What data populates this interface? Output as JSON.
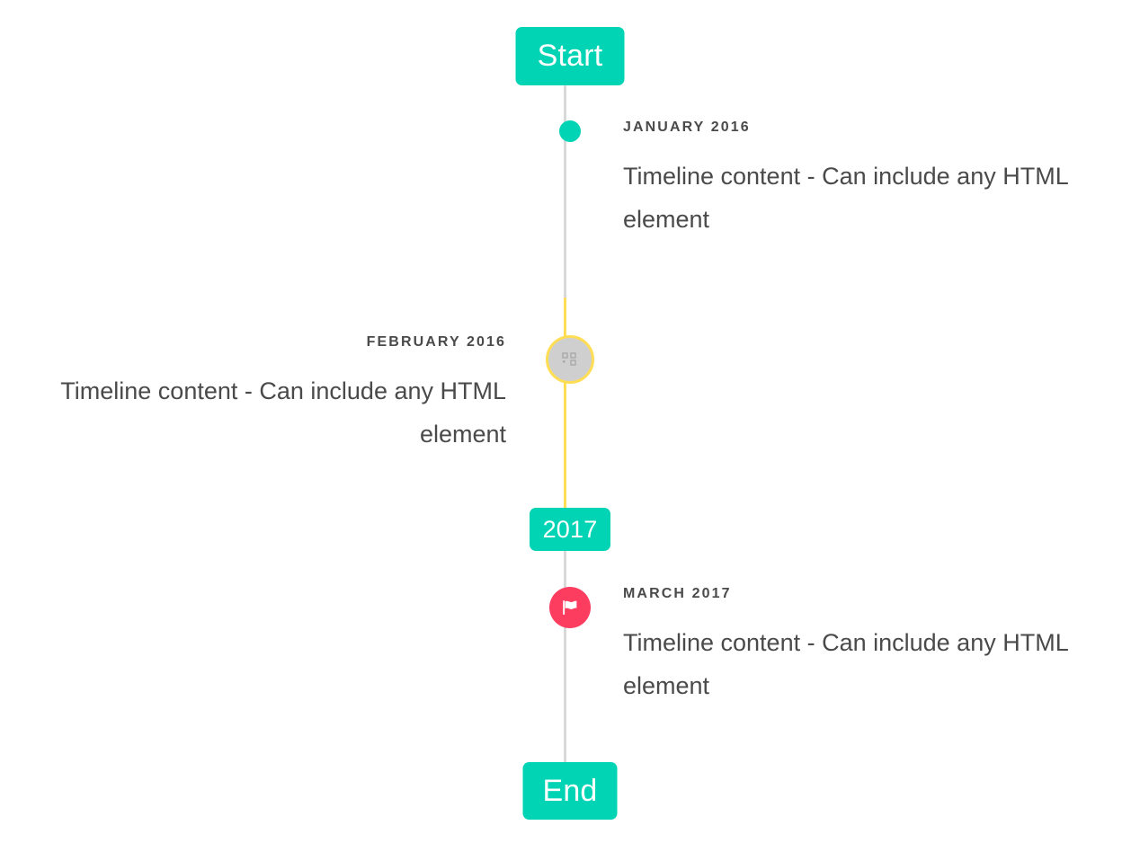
{
  "timeline": {
    "start_label": "Start",
    "middle_label": "2017",
    "end_label": "End",
    "colors": {
      "accent_teal": "#00d4b4",
      "rail_gray": "#d9d9d9",
      "rail_yellow": "#ffdd55",
      "marker_pink": "#fc3d5f",
      "marker_gray": "#cfcfcf",
      "text": "#4a4a4a",
      "background": "#ffffff"
    },
    "events": [
      {
        "date": "JANUARY 2016",
        "body": "Timeline content - Can include any HTML element",
        "side": "right",
        "marker": "dot-marker"
      },
      {
        "date": "FEBRUARY 2016",
        "body": "Timeline content - Can include any HTML element",
        "side": "left",
        "marker": "broken-image-icon"
      },
      {
        "date": "MARCH 2017",
        "body": "Timeline content - Can include any HTML element",
        "side": "right",
        "marker": "flag-icon"
      }
    ]
  }
}
